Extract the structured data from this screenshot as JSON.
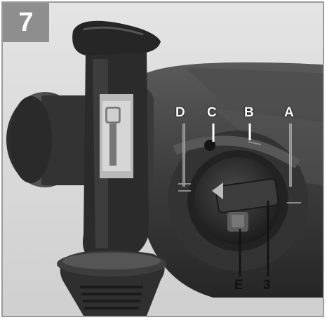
{
  "figure": {
    "number": "7"
  },
  "callouts": {
    "a": "A",
    "b": "B",
    "c": "C",
    "d": "D",
    "e": "E",
    "n3": "3"
  },
  "colors": {
    "badge": "#8e8e8e",
    "background": "#dcdcdc",
    "tool_body": "#3a3a3a",
    "highlight": "#6a6a6a"
  }
}
